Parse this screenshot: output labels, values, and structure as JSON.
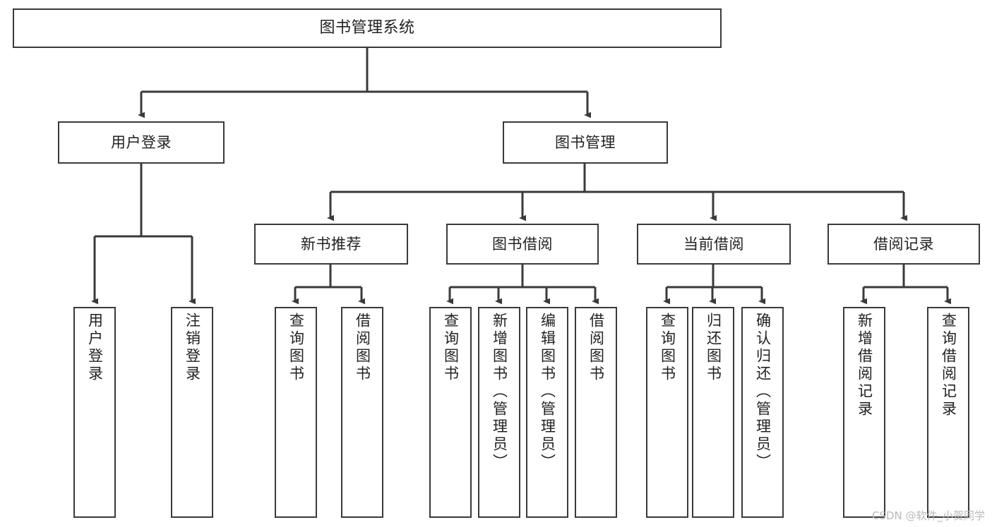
{
  "diagram": {
    "title": "图书管理系统",
    "type": "tree-hierarchy",
    "root": {
      "label": "图书管理系统"
    },
    "level2": [
      {
        "label": "用户登录"
      },
      {
        "label": "图书管理"
      }
    ],
    "level3": [
      {
        "label": "新书推荐"
      },
      {
        "label": "图书借阅"
      },
      {
        "label": "当前借阅"
      },
      {
        "label": "借阅记录"
      }
    ],
    "leaves": {
      "user_login": [
        {
          "label": "用户登录"
        },
        {
          "label": "注销登录"
        }
      ],
      "new_book_recommend": [
        {
          "label": "查询图书"
        },
        {
          "label": "借阅图书"
        }
      ],
      "book_borrow": [
        {
          "label": "查询图书"
        },
        {
          "label": "新增图书（管理员）"
        },
        {
          "label": "编辑图书（管理员）"
        },
        {
          "label": "借阅图书"
        }
      ],
      "current_borrow": [
        {
          "label": "查询图书"
        },
        {
          "label": "归还图书"
        },
        {
          "label": "确认归还（管理员）"
        }
      ],
      "borrow_record": [
        {
          "label": "新增借阅记录"
        },
        {
          "label": "查询借阅记录"
        }
      ]
    }
  },
  "watermark": {
    "text": "CSDN @软件_小贺同学"
  },
  "colors": {
    "stroke": "#3a3a3a",
    "text": "#222222",
    "background": "#ffffff",
    "watermark": "#b9b9b9"
  }
}
